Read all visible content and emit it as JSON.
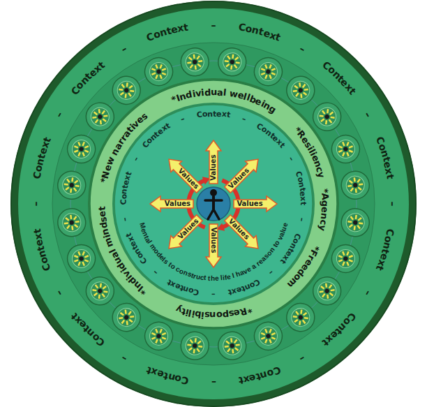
{
  "diagram": {
    "nodes": [
      {
        "text": [
          "Context",
          "–",
          "Context",
          "–",
          "Context",
          "–",
          "Context",
          "–",
          "Context",
          "–",
          "Context",
          "–",
          "Context",
          "–",
          "Context",
          "–",
          "Context",
          "–",
          "Context",
          "–",
          "Context",
          "–",
          "Context",
          "–"
        ]
      },
      {
        "text": [
          "*Individual wellbeing",
          "*Resiliency",
          "*Agency",
          "*Freedom",
          "*Responsibility",
          "*Individual mindset",
          "*New narratives"
        ],
        "in": 0
      },
      {
        "text": [
          "Context",
          "–",
          "Context",
          "–",
          "Context",
          "–",
          "Context",
          "–",
          "Context",
          "–",
          "Context",
          "–",
          "Context",
          "–",
          "Context",
          "–",
          "Context",
          "–",
          "Mental models to construct the life I have a reason to value"
        ],
        "in": 1
      },
      {
        "text": [
          "Values"
        ],
        "in": 2
      },
      {
        "text": [
          "Values"
        ],
        "in": 2
      },
      {
        "text": [
          "Values"
        ],
        "in": 2
      },
      {
        "text": [
          "Values"
        ],
        "in": 2
      },
      {
        "text": [
          "Values"
        ],
        "in": 2
      },
      {
        "text": [
          "Values"
        ],
        "in": 2
      },
      {
        "text": [
          "Values"
        ],
        "in": 2
      },
      {
        "text": [
          "Values"
        ],
        "in": 2
      }
    ]
  }
}
